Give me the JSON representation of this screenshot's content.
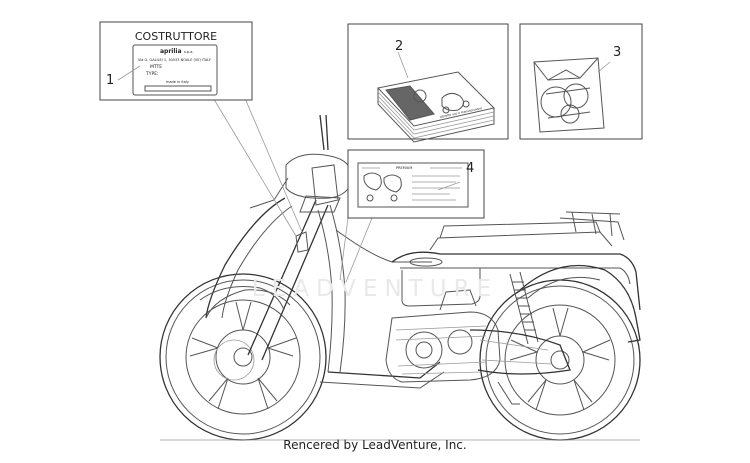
{
  "credit": "Rencered by LeadVenture, Inc.",
  "watermark": "LEADVENTURE",
  "callouts": [
    "1",
    "2",
    "3",
    "4"
  ],
  "label_plate": {
    "heading": "COSTRUTTORE",
    "brand": "aprilia",
    "brand_suffix": "s.p.a.",
    "address": "Via G. GALILEI 1, 30033 NOALE (VE) ITALY",
    "line_mtte": "MTTE",
    "line_type": "TYPE:",
    "made_in": "made in Italy"
  },
  "manual_cover_text": "Libretto uso e manutenzione",
  "decal_row_label": "PREMIUM",
  "colors": {
    "line": "#444444",
    "text": "#222222",
    "watermark": "#e9e9e9"
  }
}
